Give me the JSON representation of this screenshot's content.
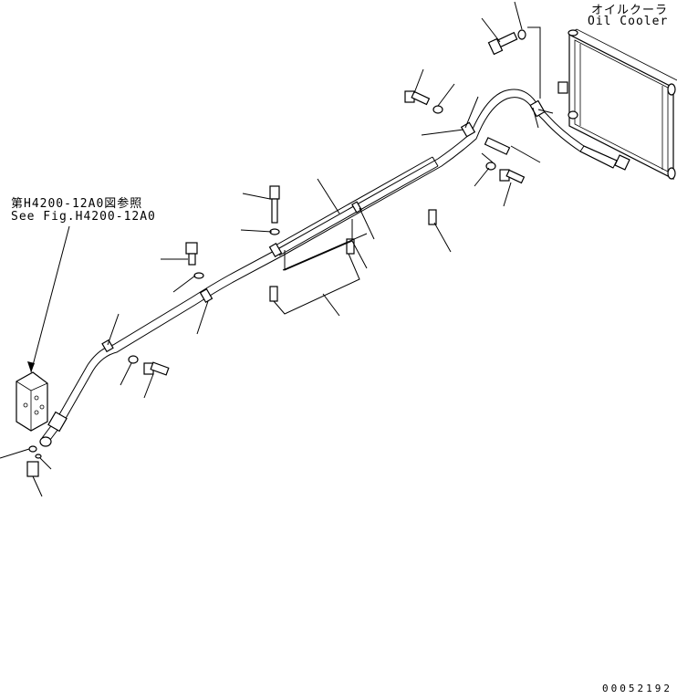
{
  "oil_cooler": {
    "label_jp": "オイルクーラ",
    "label_en": "Oil Cooler"
  },
  "reference": {
    "label_jp": "第H4200-12A0図参照",
    "label_en": "See Fig.H4200-12A0"
  },
  "drawing_number": "00052192"
}
